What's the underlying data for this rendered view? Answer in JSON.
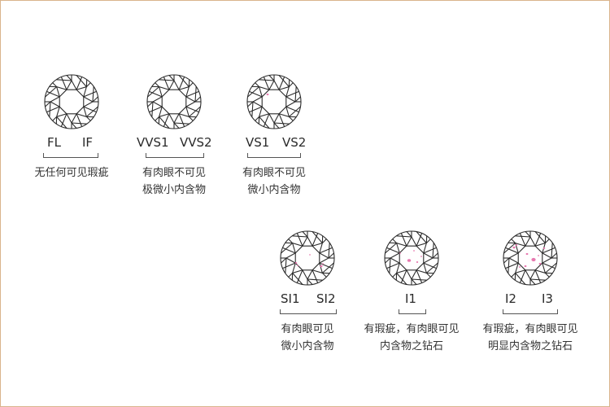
{
  "grades": [
    {
      "labels": [
        "FL",
        "IF"
      ],
      "description": "无任何可见瑕疵",
      "inclusions": 0
    },
    {
      "labels": [
        "VVS1",
        "VVS2"
      ],
      "description": "有肉眼不可见\n极微小内含物",
      "inclusions": 0
    },
    {
      "labels": [
        "VS1",
        "VS2"
      ],
      "description": "有肉眼不可见\n微小内含物",
      "inclusions": 1
    },
    {
      "labels": [
        "SI1",
        "SI2"
      ],
      "description": "有肉眼可见\n微小内含物",
      "inclusions": 2
    },
    {
      "labels": [
        "I1"
      ],
      "description": "有瑕疵，有肉眼可见\n内含物之钻石",
      "inclusions": 3
    },
    {
      "labels": [
        "I2",
        "I3"
      ],
      "description": "有瑕疵，有肉眼可见\n明显内含物之钻石",
      "inclusions": 4
    }
  ],
  "colors": {
    "frame": "#d9b48c",
    "diamond_line": "#2b2b2b",
    "inclusion": "#e879b0"
  }
}
